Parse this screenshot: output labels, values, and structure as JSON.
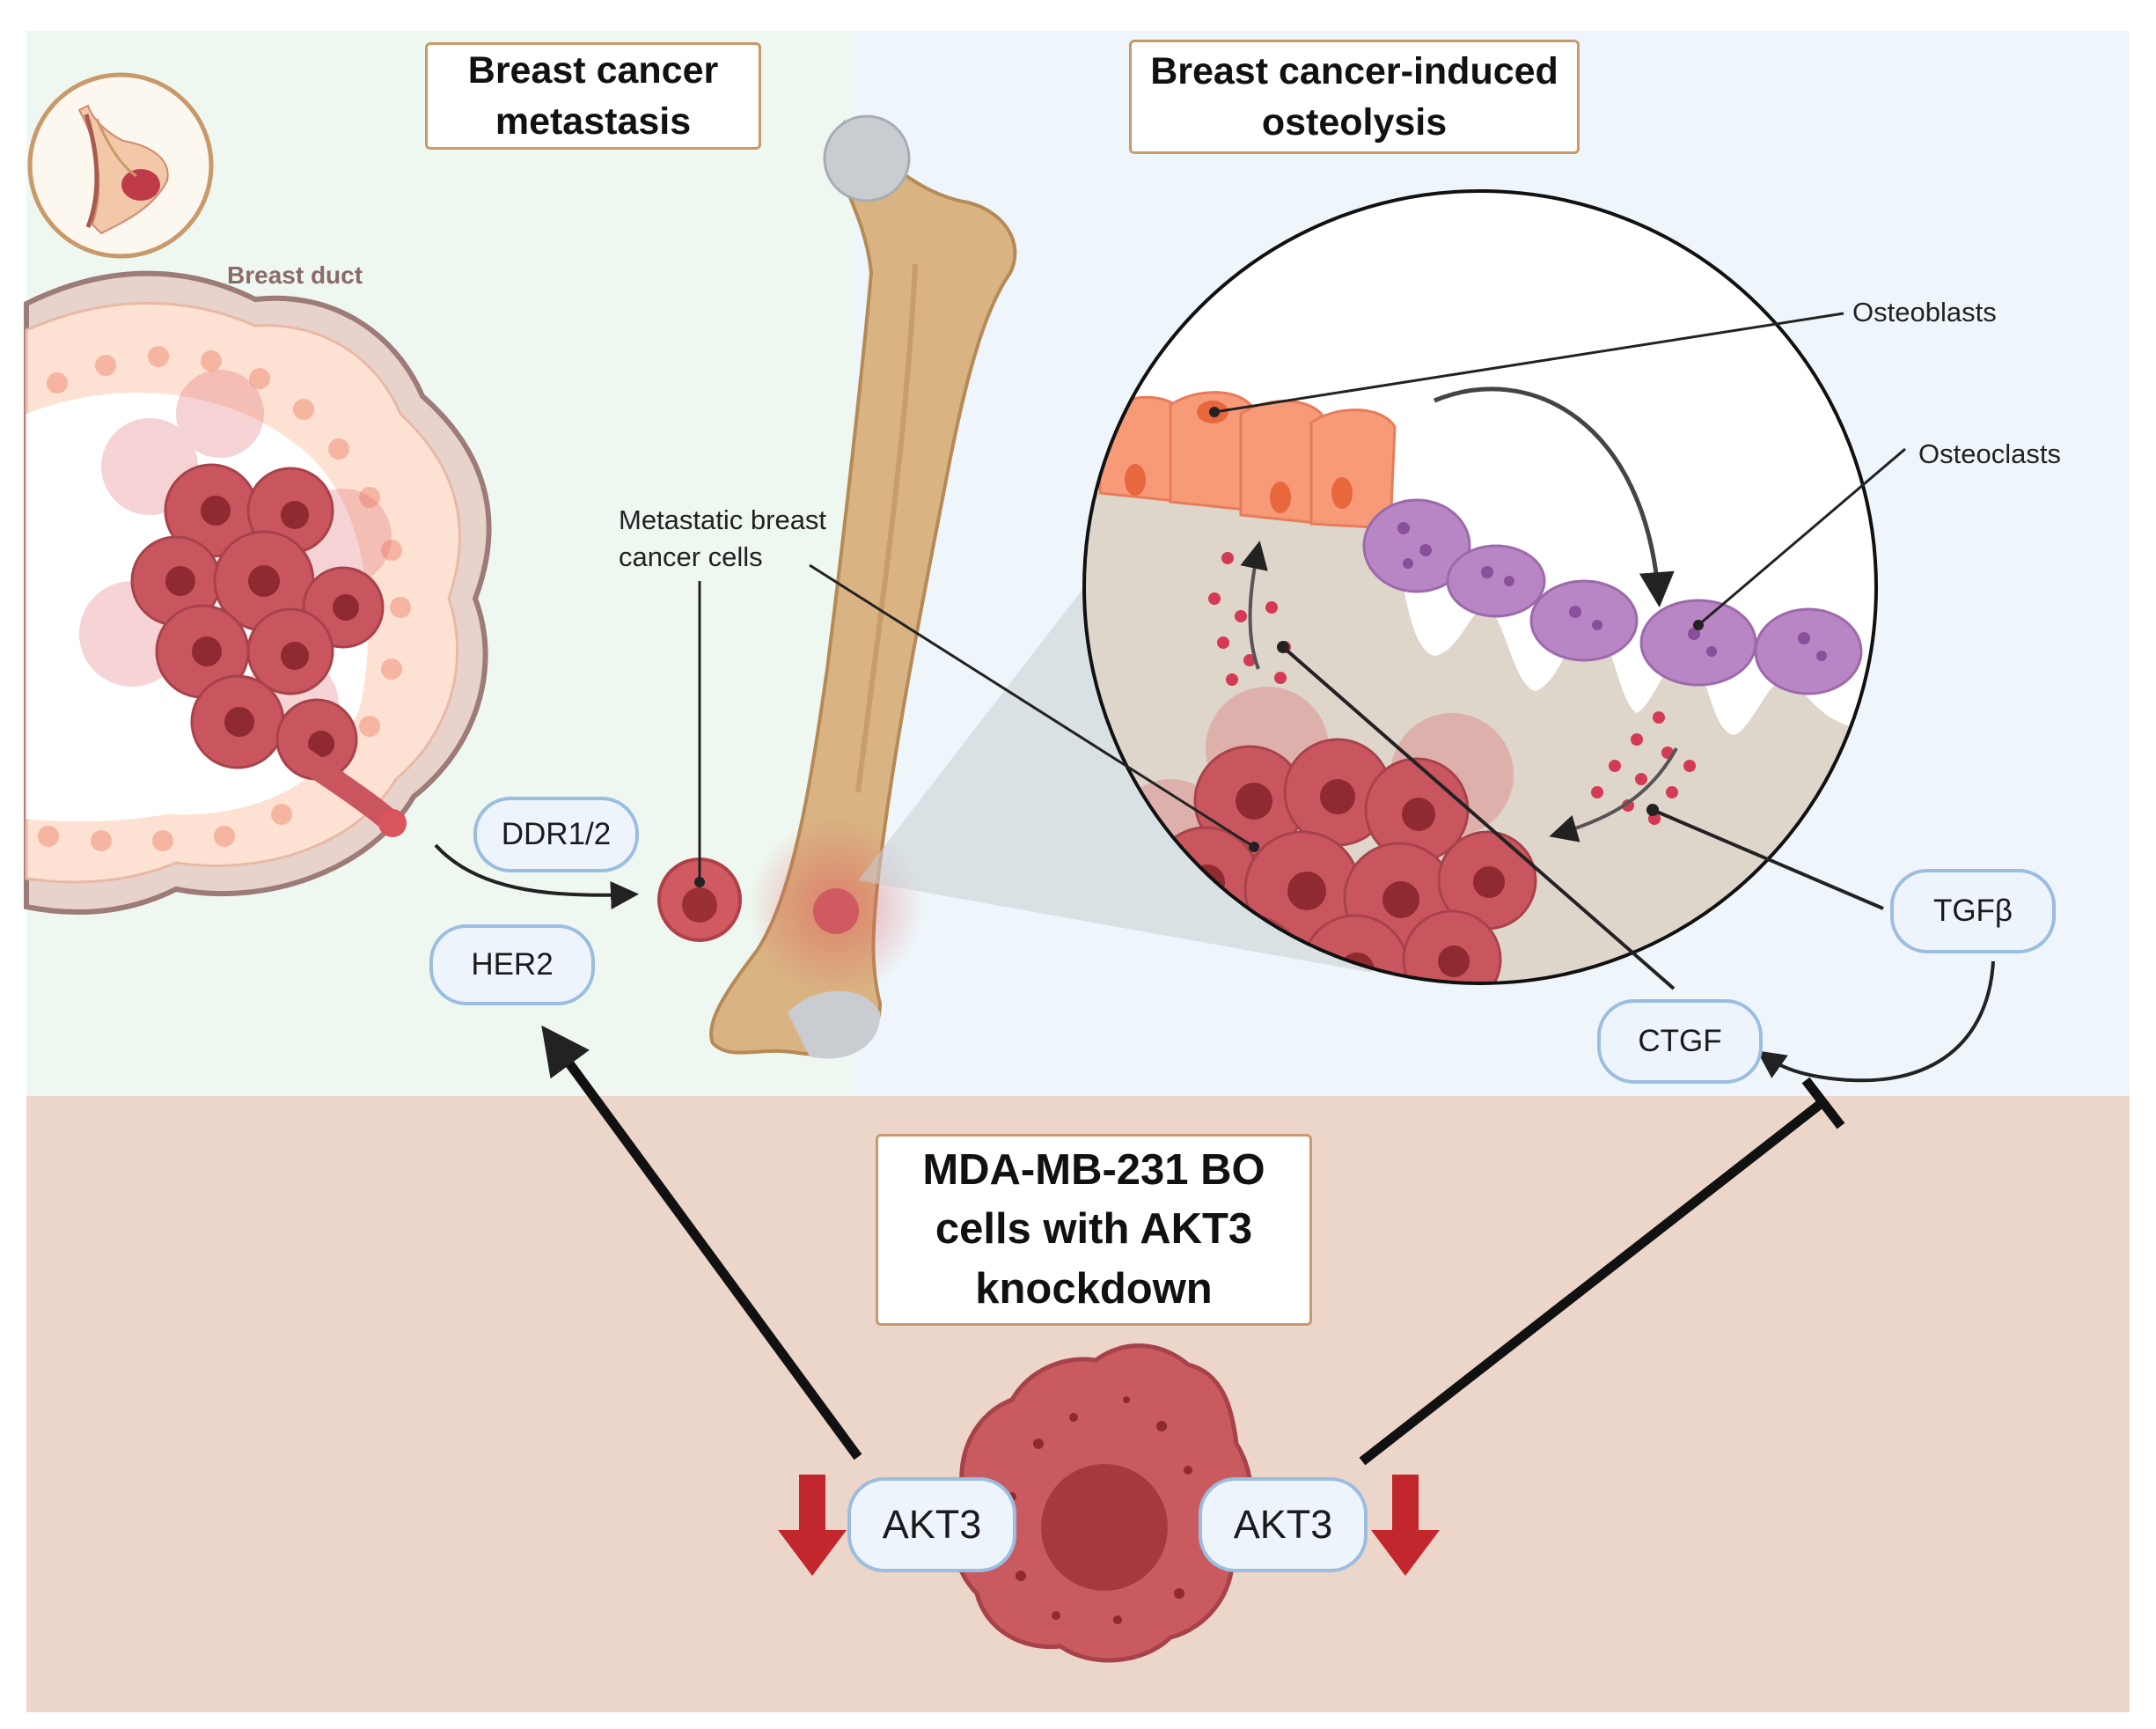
{
  "titles": {
    "metastasis": [
      "Breast cancer",
      "metastasis"
    ],
    "osteolysis": [
      "Breast cancer-induced",
      "osteolysis"
    ],
    "knockdown": [
      "MDA-MB-231 BO",
      "cells with AKT3",
      "knockdown"
    ]
  },
  "labels": {
    "breast_duct": "Breast duct",
    "metastatic_cells": [
      "Metastatic breast",
      "cancer cells"
    ],
    "osteoblasts": "Osteoblasts",
    "osteoclasts": "Osteoclasts"
  },
  "molecules": {
    "ddr": "DDR1/2",
    "her2": "HER2",
    "ctgf": "CTGF",
    "tgfb": "TGFβ",
    "akt3_left": "AKT3",
    "akt3_right": "AKT3"
  },
  "colors": {
    "top_left_bg": "#eef8f0",
    "top_right_bg": "#eef6fb",
    "bottom_bg": "#ecd5c9",
    "box_border": "#c8996a",
    "pill_border": "#9bbde0",
    "pill_fill": "#edf4fc",
    "down_arrow": "#c1272d",
    "cancer_cell": "#c75a5e",
    "osteoblast": "#f79a78",
    "osteoclast": "#b886c4",
    "bone": "#d9b382"
  }
}
